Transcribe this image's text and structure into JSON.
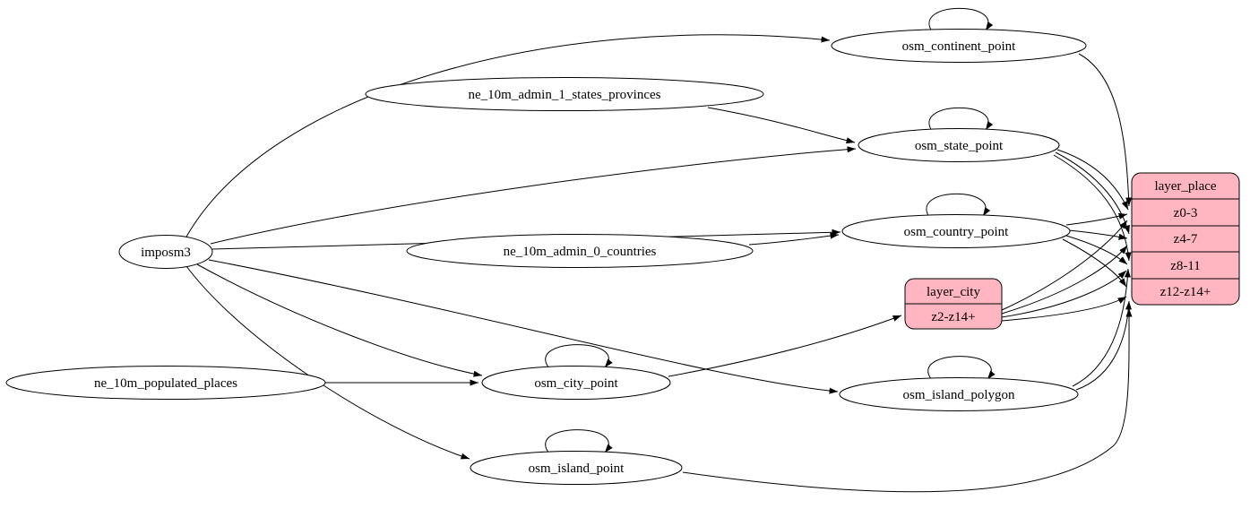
{
  "diagram": {
    "type": "etl-graph",
    "colors": {
      "record_fill": "#ffb6c1",
      "node_fill": "#ffffff",
      "edge": "#000000"
    },
    "nodes": {
      "imposm3": {
        "label": "imposm3",
        "shape": "ellipse"
      },
      "ne_10m_admin_1_states_provinces": {
        "label": "ne_10m_admin_1_states_provinces",
        "shape": "ellipse"
      },
      "ne_10m_admin_0_countries": {
        "label": "ne_10m_admin_0_countries",
        "shape": "ellipse"
      },
      "ne_10m_populated_places": {
        "label": "ne_10m_populated_places",
        "shape": "ellipse"
      },
      "osm_continent_point": {
        "label": "osm_continent_point",
        "shape": "ellipse",
        "self_loop": true
      },
      "osm_state_point": {
        "label": "osm_state_point",
        "shape": "ellipse",
        "self_loop": true
      },
      "osm_country_point": {
        "label": "osm_country_point",
        "shape": "ellipse",
        "self_loop": true
      },
      "osm_city_point": {
        "label": "osm_city_point",
        "shape": "ellipse",
        "self_loop": true
      },
      "osm_island_polygon": {
        "label": "osm_island_polygon",
        "shape": "ellipse",
        "self_loop": true
      },
      "osm_island_point": {
        "label": "osm_island_point",
        "shape": "ellipse",
        "self_loop": true
      }
    },
    "records": {
      "layer_city": {
        "title": "layer_city",
        "rows": [
          "z2-z14+"
        ]
      },
      "layer_place": {
        "title": "layer_place",
        "rows": [
          "z0-3",
          "z4-7",
          "z8-11",
          "z12-z14+"
        ]
      }
    },
    "edges": [
      {
        "from": "imposm3",
        "to": "osm_continent_point"
      },
      {
        "from": "imposm3",
        "to": "osm_state_point"
      },
      {
        "from": "imposm3",
        "to": "osm_country_point"
      },
      {
        "from": "imposm3",
        "to": "osm_city_point"
      },
      {
        "from": "imposm3",
        "to": "osm_island_polygon"
      },
      {
        "from": "imposm3",
        "to": "osm_island_point"
      },
      {
        "from": "ne_10m_admin_1_states_provinces",
        "to": "osm_state_point"
      },
      {
        "from": "ne_10m_admin_0_countries",
        "to": "osm_country_point"
      },
      {
        "from": "ne_10m_populated_places",
        "to": "osm_city_point"
      },
      {
        "from": "osm_continent_point",
        "to": "osm_continent_point"
      },
      {
        "from": "osm_state_point",
        "to": "osm_state_point"
      },
      {
        "from": "osm_country_point",
        "to": "osm_country_point"
      },
      {
        "from": "osm_city_point",
        "to": "osm_city_point"
      },
      {
        "from": "osm_island_polygon",
        "to": "osm_island_polygon"
      },
      {
        "from": "osm_island_point",
        "to": "osm_island_point"
      },
      {
        "from": "osm_continent_point",
        "to": "layer_place",
        "port": "z0-3"
      },
      {
        "from": "osm_state_point",
        "to": "layer_place",
        "port": "z0-3"
      },
      {
        "from": "osm_state_point",
        "to": "layer_place",
        "port": "z4-7"
      },
      {
        "from": "osm_state_point",
        "to": "layer_place",
        "port": "z8-11"
      },
      {
        "from": "osm_country_point",
        "to": "layer_place",
        "port": "z0-3"
      },
      {
        "from": "osm_country_point",
        "to": "layer_place",
        "port": "z4-7"
      },
      {
        "from": "osm_country_point",
        "to": "layer_place",
        "port": "z8-11"
      },
      {
        "from": "osm_country_point",
        "to": "layer_place",
        "port": "z12-z14+"
      },
      {
        "from": "osm_city_point",
        "to": "layer_city",
        "port": "z2-z14+"
      },
      {
        "from": "layer_city",
        "to": "layer_place",
        "port": "z0-3"
      },
      {
        "from": "layer_city",
        "to": "layer_place",
        "port": "z4-7"
      },
      {
        "from": "layer_city",
        "to": "layer_place",
        "port": "z8-11"
      },
      {
        "from": "layer_city",
        "to": "layer_place",
        "port": "z12-z14+"
      },
      {
        "from": "osm_island_polygon",
        "to": "layer_place",
        "port": "z8-11"
      },
      {
        "from": "osm_island_polygon",
        "to": "layer_place",
        "port": "z12-z14+"
      },
      {
        "from": "osm_island_point",
        "to": "layer_place",
        "port": "z12-z14+"
      }
    ]
  }
}
